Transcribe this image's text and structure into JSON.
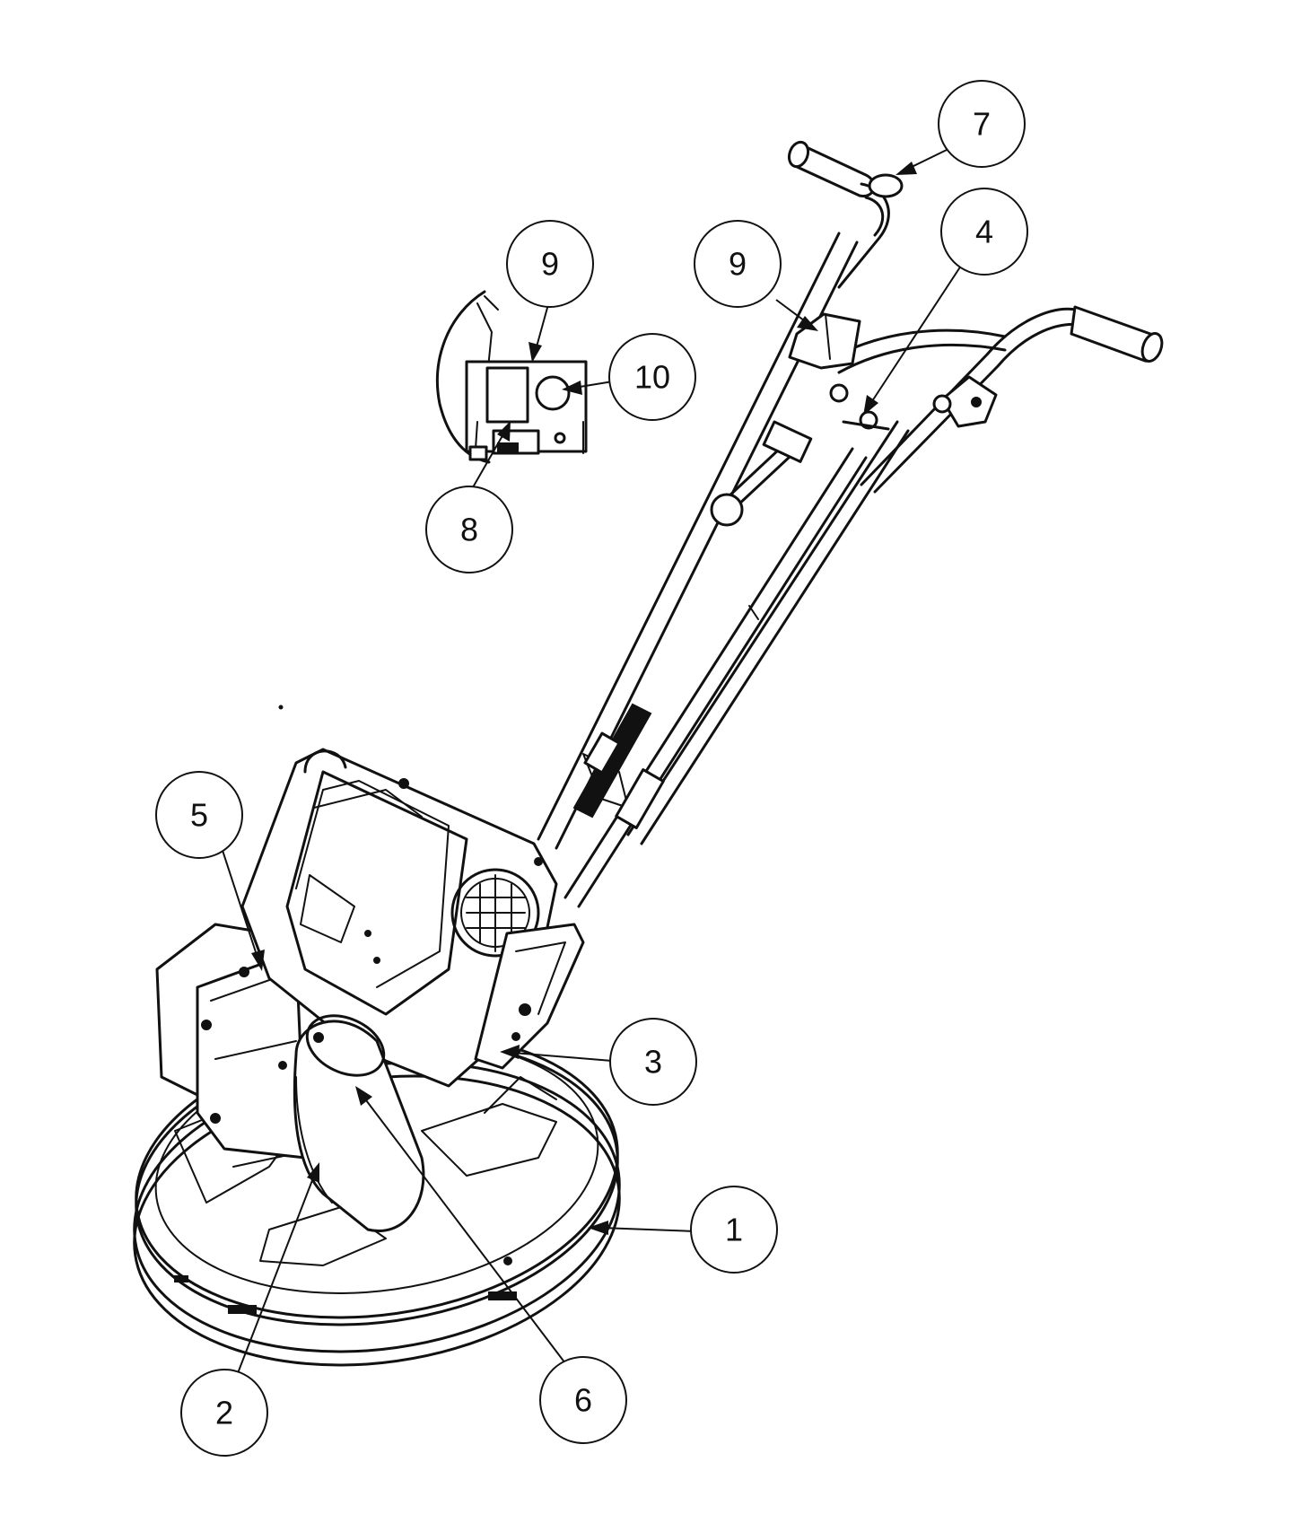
{
  "diagram": {
    "background": "#ffffff",
    "line_color": "#111111",
    "callouts": [
      {
        "id": "callout-1",
        "label": "1"
      },
      {
        "id": "callout-2",
        "label": "2"
      },
      {
        "id": "callout-3",
        "label": "3"
      },
      {
        "id": "callout-4",
        "label": "4"
      },
      {
        "id": "callout-5",
        "label": "5"
      },
      {
        "id": "callout-6",
        "label": "6"
      },
      {
        "id": "callout-7",
        "label": "7"
      },
      {
        "id": "callout-8",
        "label": "8"
      },
      {
        "id": "callout-9a",
        "label": "9"
      },
      {
        "id": "callout-9b",
        "label": "9"
      },
      {
        "id": "callout-10",
        "label": "10"
      }
    ]
  }
}
